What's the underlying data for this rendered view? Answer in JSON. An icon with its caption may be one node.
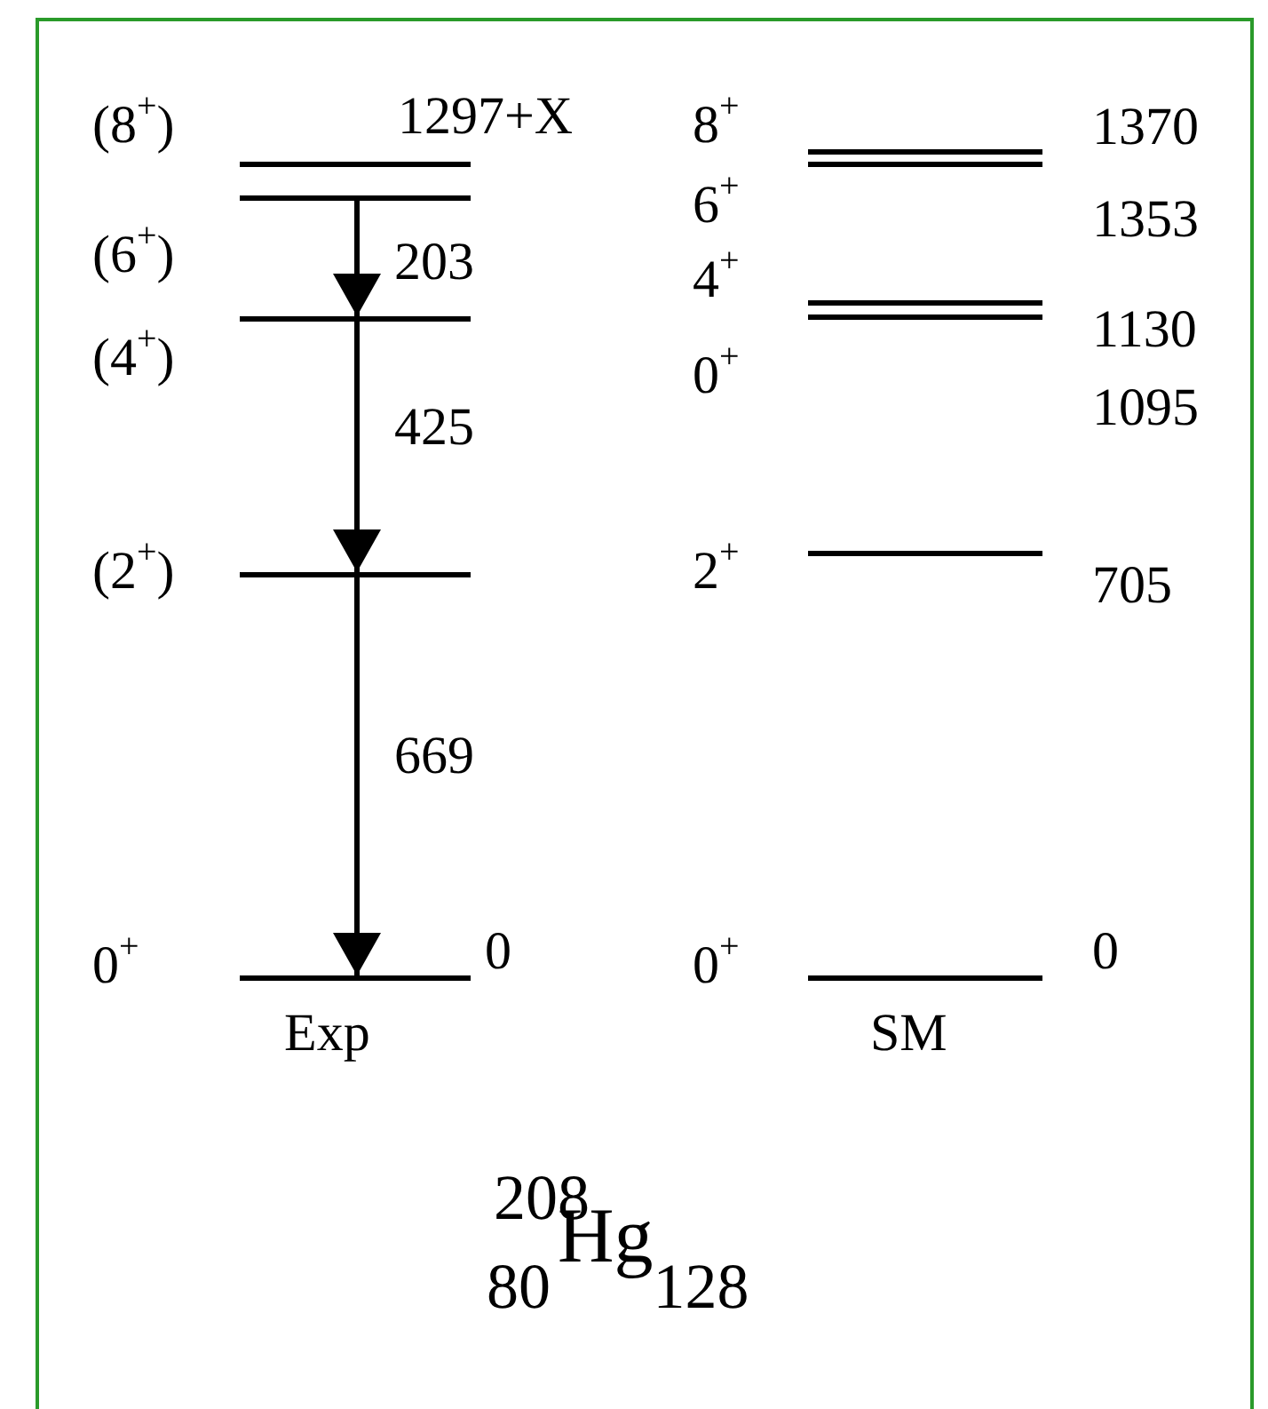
{
  "diagram": {
    "nodes": [
      {
        "text": [],
        "shape": "bar",
        "beside": [
          "(8$^{+}$)",
          "1297+X"
        ]
      },
      {
        "text": [],
        "shape": "bar",
        "beside": [
          "(6$^{+}$)"
        ]
      },
      {
        "text": [],
        "shape": "bar",
        "beside": [
          "(4$^{+}$)"
        ]
      },
      {
        "text": [],
        "shape": "bar",
        "beside": [
          "(2$^{+}$)"
        ]
      },
      {
        "text": [],
        "shape": "bar",
        "beside": [
          "0$^{+}$",
          "0"
        ]
      },
      {
        "text": [],
        "shape": "bar",
        "beside": [
          "8$^{+}$",
          "1370"
        ]
      },
      {
        "text": [],
        "shape": "bar",
        "beside": [
          "6$^{+}$",
          "1353"
        ]
      },
      {
        "text": [],
        "shape": "bar",
        "beside": [
          "4$^{+}$",
          "1130"
        ]
      },
      {
        "text": [],
        "shape": "bar",
        "beside": [
          "0$^{+}$",
          "1095"
        ]
      },
      {
        "text": [],
        "shape": "bar",
        "beside": [
          "2$^{+}$",
          "705"
        ]
      },
      {
        "text": [],
        "shape": "bar",
        "beside": [
          "0$^{+}$",
          "0"
        ]
      }
    ],
    "edges": [
      {
        "from": 1,
        "to": 2,
        "arrow": "to",
        "label": "203"
      },
      {
        "from": 2,
        "to": 3,
        "arrow": "to",
        "label": "425"
      },
      {
        "from": 3,
        "to": 4,
        "arrow": "to",
        "label": "669"
      }
    ],
    "labels": [
      "Exp",
      "SM",
      "$^{208}$$_{80}$Hg$_{128}$"
    ]
  }
}
